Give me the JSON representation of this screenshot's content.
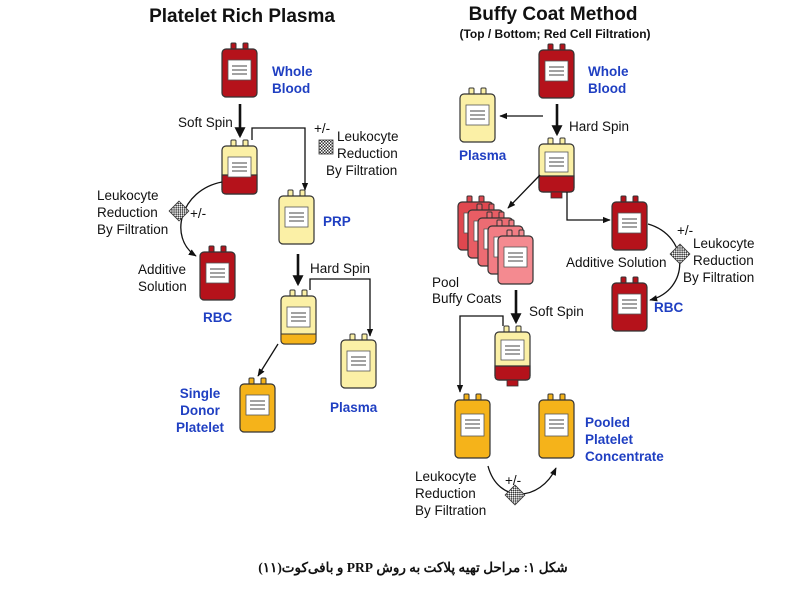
{
  "prp": {
    "title": "Platelet Rich Plasma",
    "whole_blood": [
      "Whole",
      "Blood"
    ],
    "soft_spin": "Soft Spin",
    "plus_minus_top": "+/-",
    "leuko_right": [
      "Leukocyte",
      "Reduction",
      "By Filtration"
    ],
    "leuko_left": [
      "Leukocyte",
      "Reduction",
      "By Filtration"
    ],
    "plus_minus_left": "+/-",
    "prp_label": "PRP",
    "hard_spin": "Hard Spin",
    "additive": [
      "Additive",
      "Solution"
    ],
    "rbc": "RBC",
    "single_donor": [
      "Single",
      "Donor",
      "Platelet"
    ],
    "plasma": "Plasma"
  },
  "buffy": {
    "title": "Buffy Coat Method",
    "subtitle": "(Top / Bottom; Red Cell Filtration)",
    "whole_blood": [
      "Whole",
      "Blood"
    ],
    "plasma": "Plasma",
    "hard_spin": "Hard Spin",
    "pool": [
      "Pool",
      "Buffy Coats"
    ],
    "additive": "Additive Solution",
    "plus_minus_rbc": "+/-",
    "leuko_rbc": [
      "Leukocyte",
      "Reduction",
      "By Filtration"
    ],
    "rbc": "RBC",
    "soft_spin": "Soft Spin",
    "pooled": [
      "Pooled",
      "Platelet",
      "Concentrate"
    ],
    "leuko_bottom": [
      "Leukocyte",
      "Reduction",
      "By Filtration"
    ],
    "plus_minus_bottom": "+/-"
  },
  "caption": "شکل ۱: مراحل تهیه پلاکت به روش PRP و بافی‌کوت(۱۱)",
  "colors": {
    "red": "#b5121b",
    "yellow_light": "#fbf0a6",
    "orange": "#f5b31a",
    "pink": "#f27d84",
    "label_blue": "#1f3fc2"
  }
}
